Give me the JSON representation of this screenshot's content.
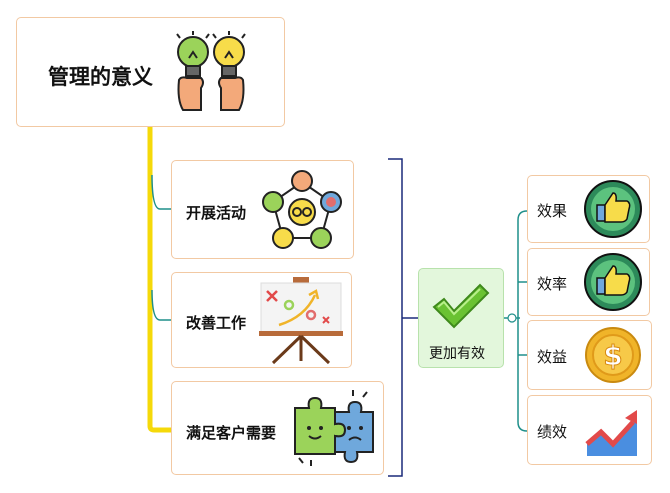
{
  "root": {
    "title": "管理的意义"
  },
  "branches": [
    {
      "label": "开展活动"
    },
    {
      "label": "改善工作"
    },
    {
      "label": "满足客户需要"
    }
  ],
  "center": {
    "label": "更加有效"
  },
  "results": [
    {
      "label": "效果"
    },
    {
      "label": "效率"
    },
    {
      "label": "效益"
    },
    {
      "label": "绩效"
    }
  ],
  "colors": {
    "root_trunk": "#f5d90a",
    "branch_line": "#1f8f8a",
    "bracket": "#1a2a7a",
    "box_border": "#f2c9a3",
    "center_fill": "#e3f7dc"
  }
}
